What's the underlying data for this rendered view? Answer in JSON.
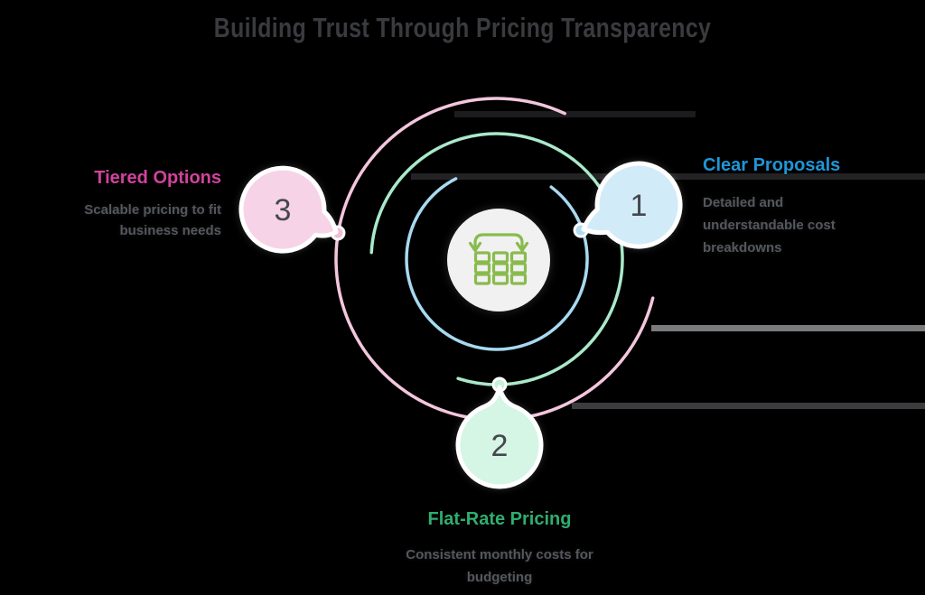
{
  "title": "Building Trust Through Pricing Transparency",
  "center_icon": "comparison-columns-icon",
  "nodes": [
    {
      "number": "1",
      "label": "Clear Proposals",
      "description": "Detailed and understandable cost breakdowns",
      "accent_color": "#1f96d6",
      "bubble_color": "#d2ebf8",
      "orbit_color": "#a8d9f0",
      "dot_color": "#aedbf2"
    },
    {
      "number": "2",
      "label": "Flat-Rate Pricing",
      "description": "Consistent monthly costs for budgeting",
      "accent_color": "#2fae6f",
      "bubble_color": "#d5f5e5",
      "orbit_color": "#a9e9c9",
      "dot_color": "#c6f0da"
    },
    {
      "number": "3",
      "label": "Tiered Options",
      "description": "Scalable pricing to fit business needs",
      "accent_color": "#d2429c",
      "bubble_color": "#f7d3e7",
      "orbit_color": "#f3c6de",
      "dot_color": "#eebcd8"
    }
  ],
  "colors": {
    "background": "#000000",
    "title_text": "#3a3b3e",
    "description_text": "#54575d",
    "number_text": "#45474f",
    "center_circle_fill": "#f2f1f2",
    "icon_stroke": "#89bb4d",
    "bubble_border": "#ffffff",
    "stripe_light": "#7a7b7d",
    "stripe_dark": "#3c3c3e"
  }
}
